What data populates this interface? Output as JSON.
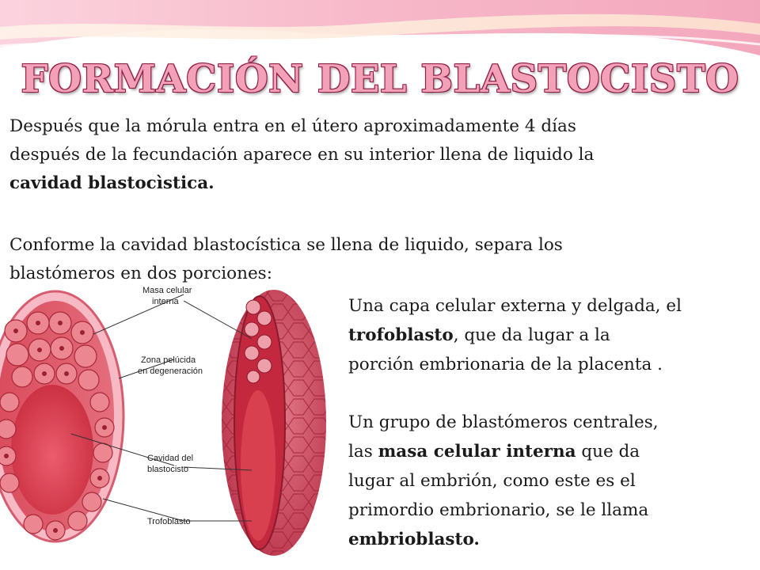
{
  "title": "FORMACIÓN DEL BLASTOCISTO",
  "paragraph1": {
    "line1": "Después que la mórula entra en el útero aproximadamente 4 días",
    "line2": "después de la fecundación aparece en su interior llena de liquido la",
    "line3": "cavidad blastocìstica."
  },
  "paragraph2": {
    "line1": "Conforme la cavidad blastocística se llena de liquido, separa los",
    "line2": "blastómeros en dos porciones:"
  },
  "bullet1": {
    "line1": "Una capa celular externa y delgada, el",
    "term": "trofoblasto",
    "line2_rest": ", que da lugar a la",
    "line3": "porción embrionaria de la placenta ."
  },
  "bullet2": {
    "line1": "Un grupo de blastómeros centrales,",
    "line2_pre": "las ",
    "term": "masa celular interna",
    "line2_post": " que da",
    "line3": "lugar al embrión, como este es el",
    "line4": "primordio embrionario, se le llama",
    "term2": "embrioblasto."
  },
  "figure_labels": {
    "masa_1": "Masa celular",
    "masa_2": "interna",
    "zona_1": "Zona pelúcida",
    "zona_2": "en degeneración",
    "cavidad_1": "Cavidad del",
    "cavidad_2": "blastocisto",
    "trofo": "Trofoblasto"
  },
  "colors": {
    "title_fill": "#f3a0b9",
    "title_outline": "#8e1e44",
    "banner_pink": "#f4b6c8",
    "banner_cream": "#fde7d4",
    "embryo_red": "#c8283c"
  }
}
